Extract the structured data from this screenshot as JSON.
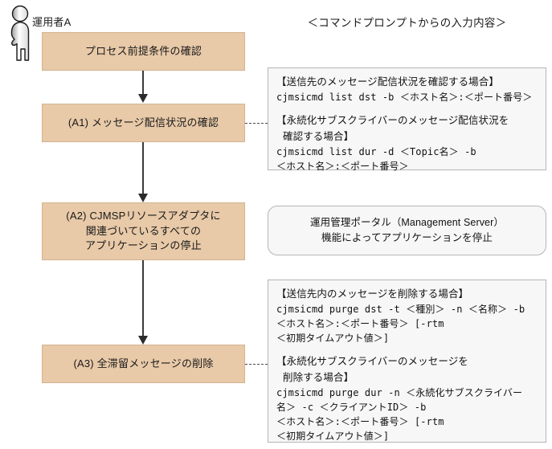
{
  "actor": {
    "icon": "person-standing-icon",
    "label": "運用者A"
  },
  "right_column": {
    "header": "＜コマンドプロンプトからの入力内容＞"
  },
  "colors": {
    "process_fill": "#e8c9a8",
    "process_border": "#d4b391",
    "note_fill": "#f7f7f7",
    "note_border": "#b5b5b5",
    "connector": "#3a3a3a"
  },
  "process_steps": [
    {
      "id": "step-0",
      "label": "プロセス前提条件の確認"
    },
    {
      "id": "step-1",
      "label": "(A1) メッセージ配信状況の確認"
    },
    {
      "id": "step-2",
      "label": "(A2) CJMSPリソースアダプタに\n関連づいているすべての\nアプリケーションの停止"
    },
    {
      "id": "step-3",
      "label": "(A3) 全滞留メッセージの削除"
    }
  ],
  "notes": [
    {
      "id": "note-0",
      "shape": "rect",
      "blocks": [
        {
          "title": "【送信先のメッセージ配信状況を確認する場合】",
          "title_lines": [
            "【送信先のメッセージ配信状況を確認する場合】"
          ],
          "command": "cjmsicmd list dst -b ＜ホスト名＞:＜ポート番号＞"
        },
        {
          "title": "【永続化サブスクライバーのメッセージ配信状況を確認する場合】",
          "title_lines": [
            "【永続化サブスクライバーのメッセージ配信状況を",
            "確認する場合】"
          ],
          "command": "cjmsicmd list dur -d ＜Topic名＞ -b\n＜ホスト名＞:＜ポート番号＞"
        }
      ]
    },
    {
      "id": "note-1",
      "shape": "rounded",
      "text": "運用管理ポータル（Management Server）\n機能によってアプリケーションを停止"
    },
    {
      "id": "note-2",
      "shape": "rect",
      "blocks": [
        {
          "title": "【送信先内のメッセージを削除する場合】",
          "title_lines": [
            "【送信先内のメッセージを削除する場合】"
          ],
          "command": "cjmsicmd purge dst -t ＜種別＞ -n ＜名称＞ -b\n＜ホスト名＞:＜ポート番号＞ [-rtm\n＜初期タイムアウト値＞]"
        },
        {
          "title": "【永続化サブスクライバーのメッセージを削除する場合】",
          "title_lines": [
            "【永続化サブスクライバーのメッセージを",
            "削除する場合】"
          ],
          "command": "cjmsicmd purge dur -n ＜永続化サブスクライバー\n名＞ -c ＜クライアントID＞ -b\n＜ホスト名＞:＜ポート番号＞ [-rtm\n＜初期タイムアウト値＞]"
        }
      ]
    }
  ],
  "connectors": {
    "flow_arrows": 3,
    "dashed_links": 2
  }
}
